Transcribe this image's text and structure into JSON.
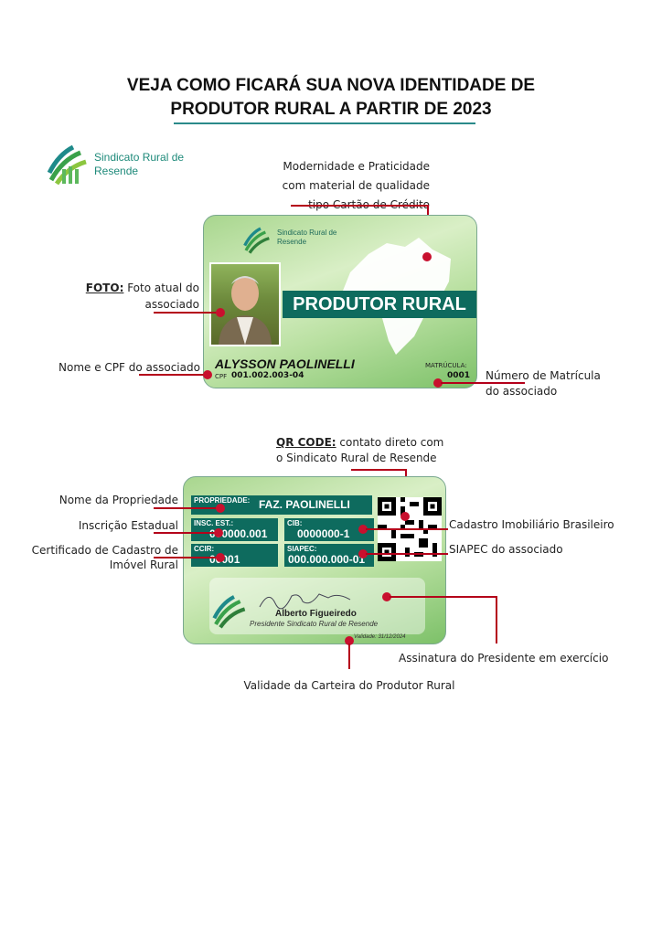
{
  "header": {
    "title_line1": "VEJA COMO FICARÁ SUA NOVA IDENTIDADE DE",
    "title_line2": "PRODUTOR RURAL A PARTIR DE 2023"
  },
  "logo": {
    "name_line1": "Sindicato Rural de",
    "name_line2": "Resende"
  },
  "annotations": {
    "modernidade_1": "Modernidade e Praticidade",
    "modernidade_2": "com material de qualidade",
    "modernidade_3": "tipo Cartão de Crédito",
    "foto_bold": "FOTO:",
    "foto_rest": " Foto atual do",
    "foto_2": "associado",
    "nome_cpf": "Nome e CPF do associado",
    "matricula_1": "Número de Matrícula",
    "matricula_2": "do associado",
    "qr_bold": "QR CODE:",
    "qr_rest": " contato direto com",
    "qr_2": "o Sindicato Rural de Resende",
    "propriedade": "Nome da Propriedade",
    "inscricao": "Inscrição Estadual",
    "ccir_1": "Certificado de Cadastro de",
    "ccir_2": "Imóvel Rural",
    "cib": "Cadastro Imobiliário Brasileiro",
    "siapec": "SIAPEC do associado",
    "assinatura": "Assinatura do Presidente em exercício",
    "validade": "Validade da Carteira do Produtor Rural"
  },
  "front_card": {
    "org_line1": "Sindicato Rural de",
    "org_line2": "Resende",
    "banner": "PRODUTOR RURAL",
    "name": "ALYSSON PAOLINELLI",
    "cpf_label": "CPF",
    "cpf": "001.002.003-04",
    "matricula_label": "MATRÚCULA:",
    "matricula": "0001"
  },
  "back_card": {
    "propriedade_label": "PROPRIEDADE:",
    "propriedade": "FAZ. PAOLINELLI",
    "insc_label": "INSC. EST.:",
    "insc": "000000.001",
    "cib_label": "CIB:",
    "cib": "0000000-1",
    "ccir_label": "CCIR:",
    "ccir": "00001",
    "siapec_label": "SIAPEC:",
    "siapec": "000.000.000-01",
    "president_name": "Alberto Figueiredo",
    "president_title": "Presidente Sindicato Rural de Resende",
    "validade": "Validade: 31/12/2024"
  },
  "colors": {
    "accent_red": "#c8102e",
    "card_green": "#0e6b5e",
    "logo_green": "#3a9d4a"
  }
}
